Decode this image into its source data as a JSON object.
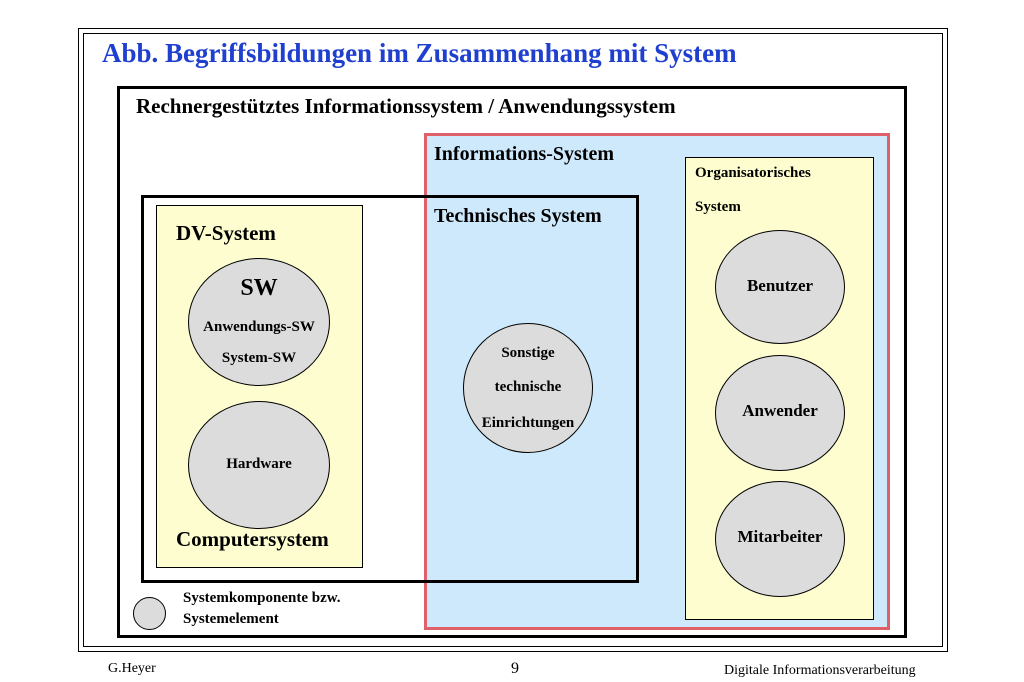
{
  "title": "Abb. Begriffsbildungen im Zusammenhang mit System",
  "colors": {
    "title": "#1f3fcf",
    "information_system_fill": "#cde9fb",
    "information_system_border": "#e0606a",
    "yellow_box_fill": "#fdfdcf",
    "component_fill": "#dcdcdc"
  },
  "diagram": {
    "main_label": "Rechnergestütztes Informationssystem / Anwendungssystem",
    "information_system_label": "Informations-System",
    "technical_system_label": "Technisches System",
    "dv_system": {
      "label": "DV-System",
      "bottom_label": "Computersystem",
      "sw": {
        "label": "SW",
        "line1": "Anwendungs-SW",
        "line2": "System-SW"
      },
      "hardware": "Hardware"
    },
    "other_technical": {
      "line1": "Sonstige",
      "line2": "technische",
      "line3": "Einrichtungen"
    },
    "organizational_system": {
      "label_line1": "Organisatorisches",
      "label_line2": "System",
      "components": [
        "Benutzer",
        "Anwender",
        "Mitarbeiter"
      ]
    },
    "legend": {
      "line1": "Systemkomponente bzw.",
      "line2": "Systemelement"
    }
  },
  "footer": {
    "author": "G.Heyer",
    "page": "9",
    "course": "Digitale Informationsverarbeitung"
  }
}
